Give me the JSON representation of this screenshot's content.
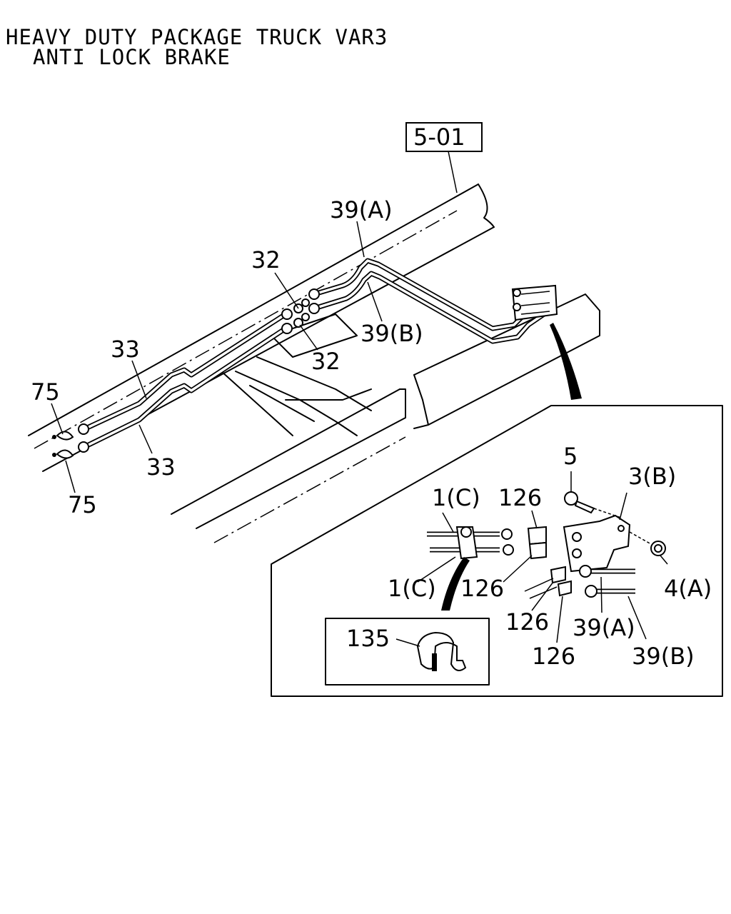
{
  "title": {
    "line1": "HEAVY DUTY PACKAGE TRUCK VAR3",
    "line2": "ANTI LOCK BRAKE"
  },
  "reference_box": "5-01",
  "callouts": {
    "pipe_39a_top": "39(A)",
    "pipe_39b_top": "39(B)",
    "nut_32_upper": "32",
    "nut_32_lower": "32",
    "pipe_33_upper": "33",
    "pipe_33_lower": "33",
    "fitting_75_upper": "75",
    "fitting_75_lower": "75",
    "bolt_5": "5",
    "bracket_3b": "3(B)",
    "pipe_1c_upper": "1(C)",
    "pipe_1c_lower": "1(C)",
    "clip_126_a": "126",
    "clip_126_b": "126",
    "clip_126_c": "126",
    "clip_126_d": "126",
    "nut_4a": "4(A)",
    "pipe_39a_detail": "39(A)",
    "pipe_39b_detail": "39(B)",
    "clip_135": "135"
  }
}
